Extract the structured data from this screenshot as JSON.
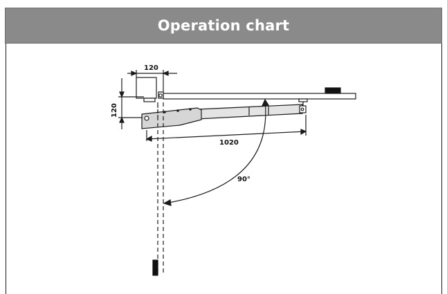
{
  "header": {
    "title": "Operation chart"
  },
  "diagram": {
    "dim_width": "120",
    "dim_height": "120",
    "dim_length": "1020",
    "angle": "90°"
  },
  "colors": {
    "header_bg": "#8a8a8a",
    "operator_body": "#d6d6d6",
    "line": "#1a1a1a"
  }
}
